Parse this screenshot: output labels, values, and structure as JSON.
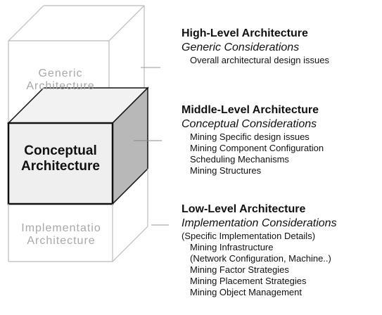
{
  "diagram": {
    "boxes": [
      {
        "id": "generic",
        "label_line1": "Generic",
        "label_line2": "Architecture"
      },
      {
        "id": "conceptual",
        "label_line1": "Conceptual",
        "label_line2": "Architecture"
      },
      {
        "id": "implementation",
        "label_line1": "Implementatio",
        "label_line2": "Architecture"
      }
    ],
    "sections": [
      {
        "title": "High-Level Architecture",
        "subtitle": "Generic Considerations",
        "items": [
          "Overall architectural design issues"
        ]
      },
      {
        "title": "Middle-Level Architecture",
        "subtitle": "Conceptual Considerations",
        "items": [
          "Mining Specific design issues",
          "Mining Component Configuration",
          "Scheduling Mechanisms",
          "Mining Structures"
        ]
      },
      {
        "title": "Low-Level Architecture",
        "subtitle": "Implementation Considerations",
        "note": "(Specific Implementation Details)",
        "items": [
          "Mining Infrastructure",
          "(Network Configuration, Machine..)",
          "Mining Factor Strategies",
          "Mining Placement Strategies",
          "Mining Object Management"
        ]
      }
    ]
  }
}
